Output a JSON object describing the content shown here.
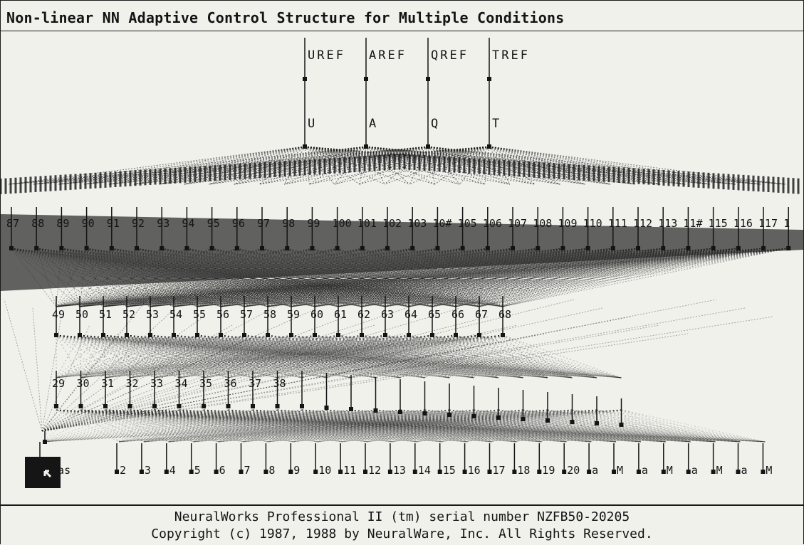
{
  "window": {
    "title": "Non-linear NN Adaptive Control Structure for Multiple Conditions"
  },
  "network": {
    "reference_nodes": [
      "UREF",
      "AREF",
      "QREF",
      "TREF"
    ],
    "output_nodes": [
      "U",
      "A",
      "Q",
      "T"
    ],
    "hidden_layer_1_labels": [
      "87",
      "88",
      "89",
      "90",
      "91",
      "92",
      "93",
      "94",
      "95",
      "96",
      "97",
      "98",
      "99",
      "100",
      "101",
      "102",
      "103",
      "10#",
      "105",
      "106",
      "107",
      "108",
      "109",
      "110",
      "111",
      "112",
      "113",
      "11#",
      "115",
      "116",
      "117",
      "1"
    ],
    "hidden_layer_2_labels": [
      "49",
      "50",
      "51",
      "52",
      "53",
      "54",
      "55",
      "56",
      "57",
      "58",
      "59",
      "60",
      "61",
      "62",
      "63",
      "64",
      "65",
      "66",
      "67",
      "68"
    ],
    "hidden_layer_3_labels": [
      "29",
      "30",
      "31",
      "32",
      "33",
      "34",
      "35",
      "36",
      "37",
      "38"
    ],
    "input_nodes": [
      "Bias",
      "2",
      "3",
      "4",
      "5",
      "6",
      "7",
      "8",
      "9",
      "10",
      "11",
      "12",
      "13",
      "14",
      "15",
      "16",
      "17",
      "18",
      "19",
      "20",
      "a",
      "M",
      "a",
      "M",
      "a",
      "M",
      "a",
      "M"
    ],
    "colors": {
      "ink": "#141414",
      "background": "#f1f1ec",
      "dense": "#2a2a2a"
    }
  },
  "footer": {
    "line1": "NeuralWorks Professional II (tm) serial number NZFB50-20205",
    "line2": "Copyright (c) 1987, 1988 by NeuralWare, Inc.  All Rights Reserved."
  },
  "icons": {
    "corner_button": "cursor-arrow-icon"
  }
}
